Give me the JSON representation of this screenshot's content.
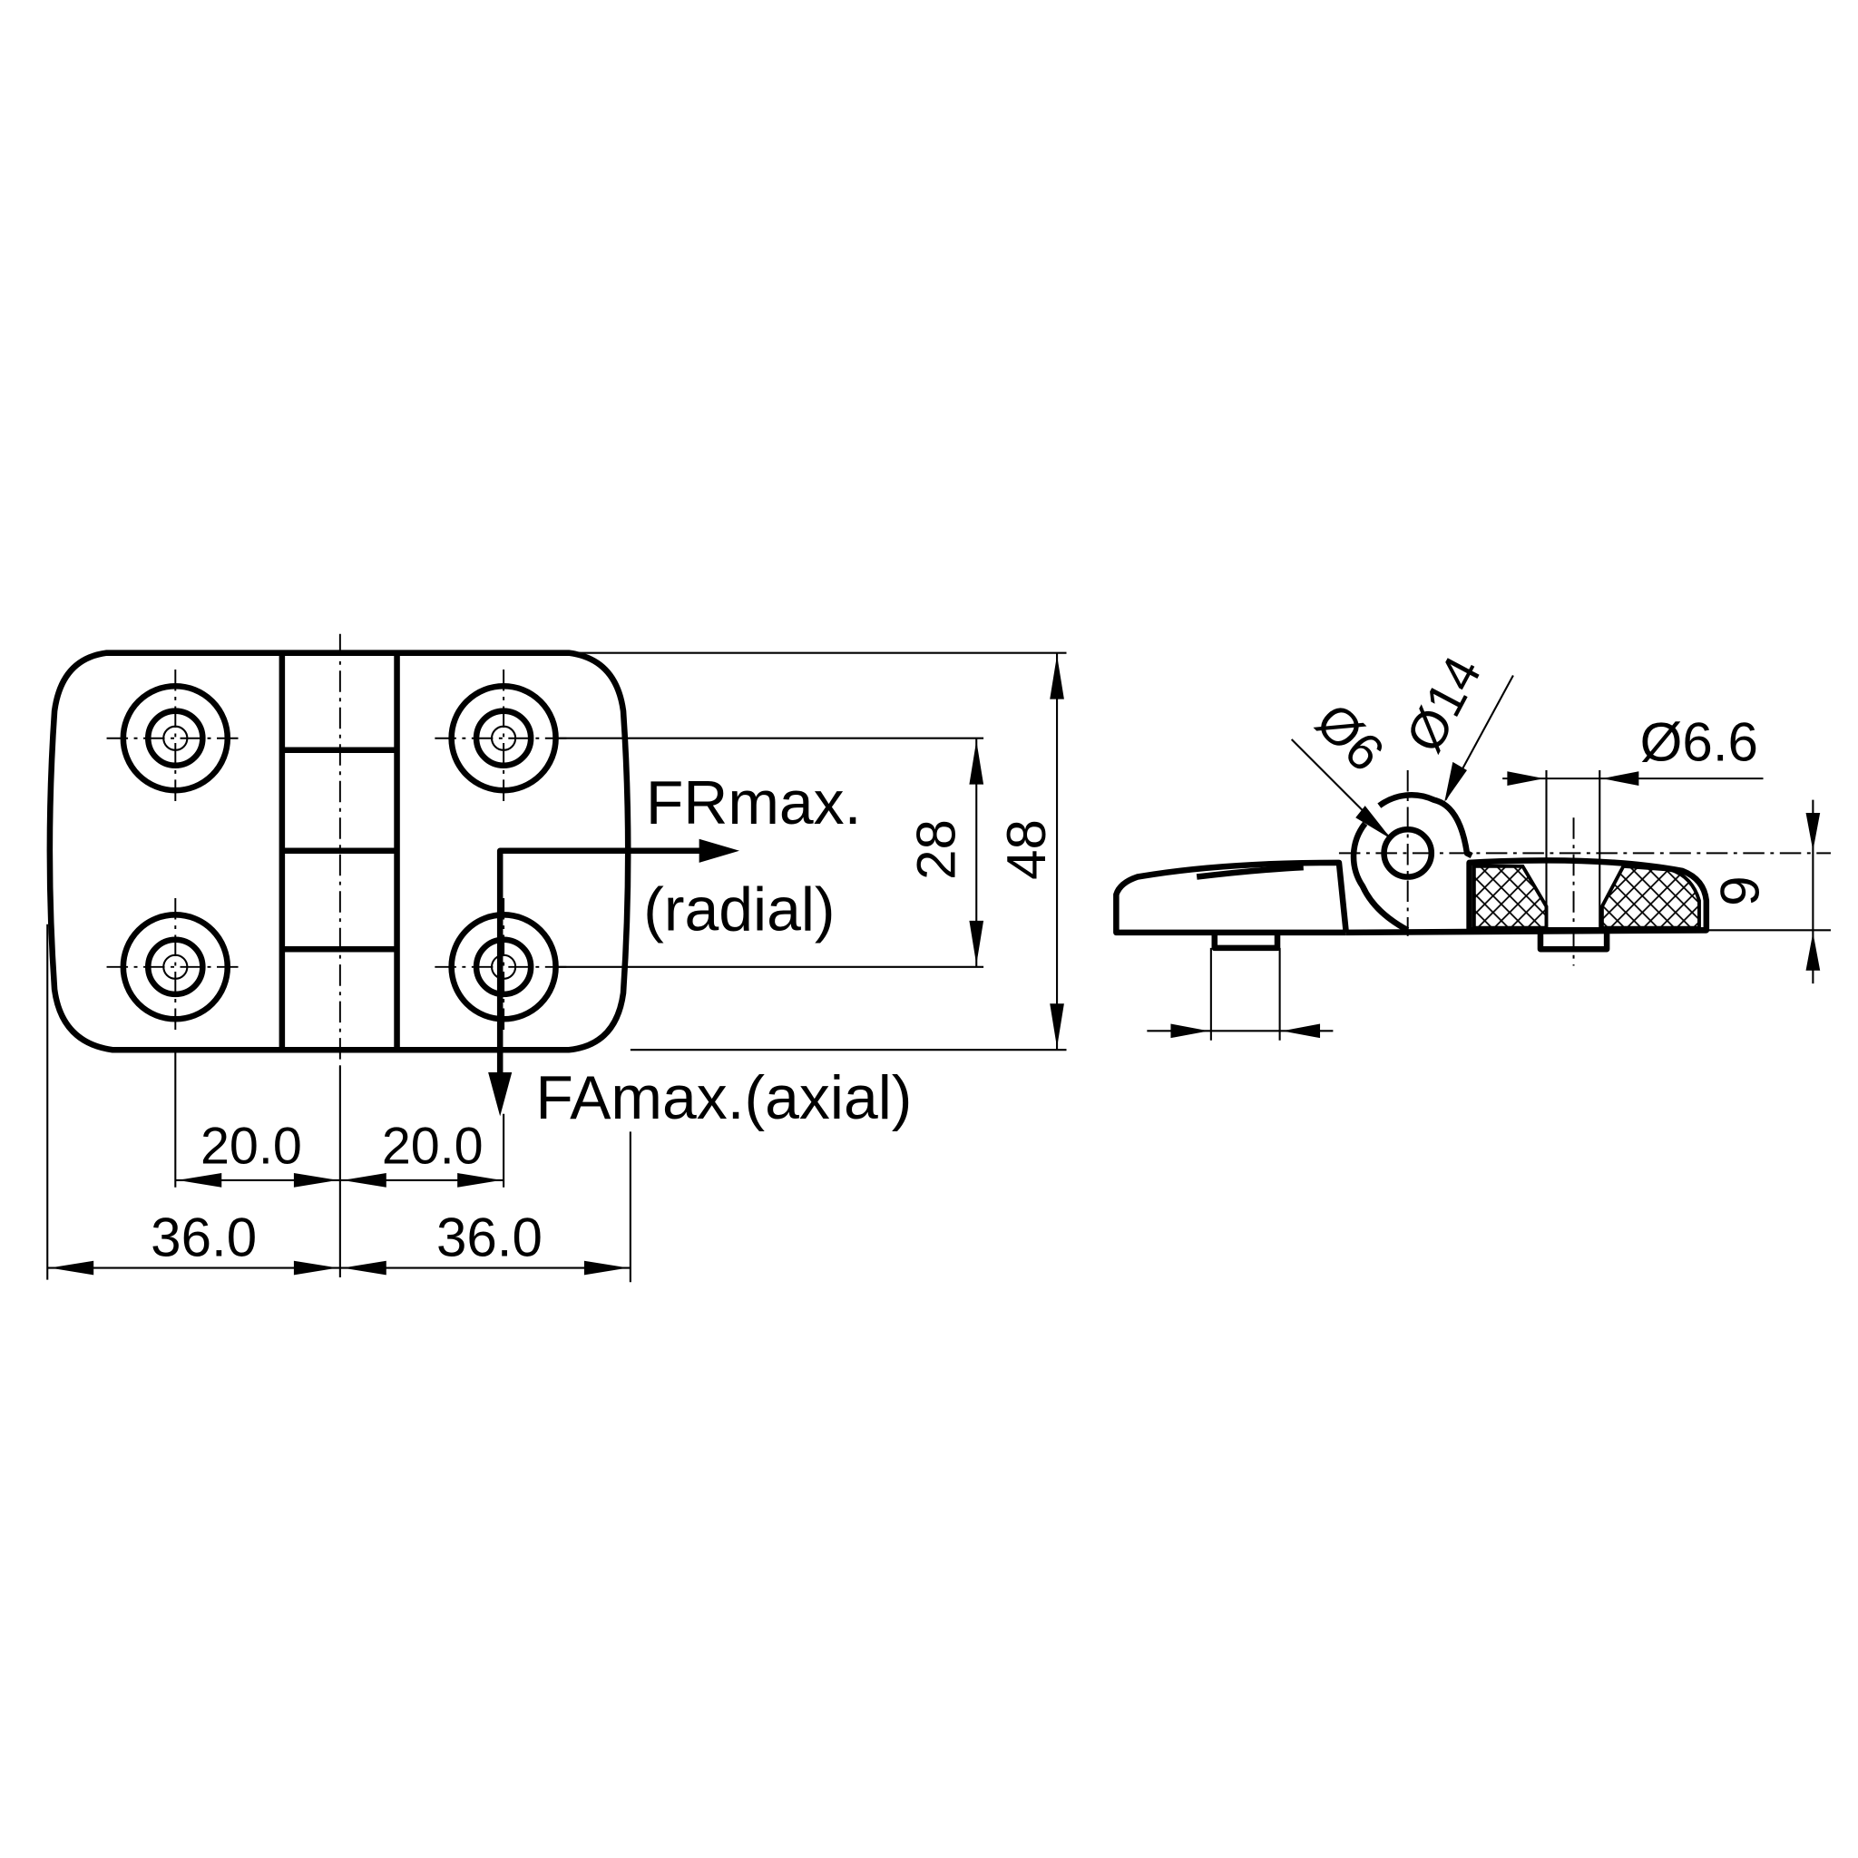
{
  "front_view": {
    "force_radial_line1": "FRmax.",
    "force_radial_line2": "(radial)",
    "force_axial": "FAmax.(axial)",
    "dim_height_total": "48",
    "dim_hole_spacing_vertical": "28",
    "dim_hole_offset_left": "20.0",
    "dim_hole_offset_right": "20.0",
    "dim_half_width_left": "36.0",
    "dim_half_width_right": "36.0"
  },
  "side_view": {
    "dim_pin_diameter": "Ø6",
    "dim_knuckle_diameter": "Ø14",
    "dim_hole_diameter": "Ø6.6",
    "dim_thickness": "9"
  },
  "colors": {
    "line": "#000000",
    "background": "#ffffff"
  }
}
